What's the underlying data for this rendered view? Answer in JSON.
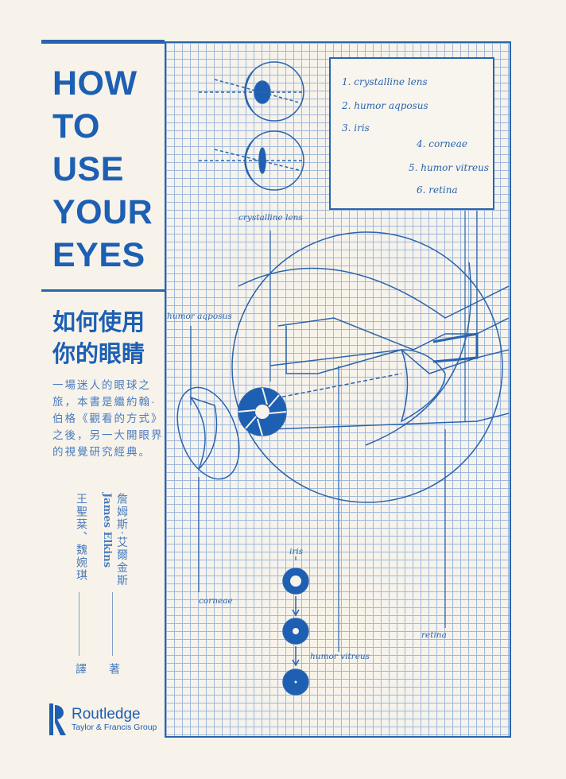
{
  "title_lines": [
    "HOW",
    "TO",
    "USE",
    "YOUR",
    "EYES"
  ],
  "chinese_title_lines": [
    "如何使用",
    "你的眼睛"
  ],
  "blurb_lines": [
    "一場迷人的眼球之",
    "旅，本書是繼約翰·",
    "伯格《觀看的方式》",
    "之後，另一大開眼界",
    "的視覺研究經典。"
  ],
  "author": {
    "name_cn": "詹姆斯·艾爾金斯",
    "name_en": "James Elkins",
    "role": "著"
  },
  "translator": {
    "names": "王聖棻、魏婉琪",
    "role": "譯"
  },
  "publisher": {
    "name": "Routledge",
    "group": "Taylor & Francis Group",
    "mark_text": "ROUTLEDGE"
  },
  "legend": {
    "items": [
      "1. crystalline lens",
      "2. humor aqposus",
      "3. iris",
      "4. corneae",
      "5. humor vitreus",
      "6. retina"
    ]
  },
  "diagram_labels": {
    "crystalline_lens": "crystalline lens",
    "humor_aqueous": "humor aqposus",
    "iris": "iris",
    "corneae": "corneae",
    "humor_vitreus": "humor vitreus",
    "retina": "retina"
  },
  "colors": {
    "accent": "#1d5fb3",
    "background": "#f7f3ea",
    "grid": "#9fb8dc"
  }
}
